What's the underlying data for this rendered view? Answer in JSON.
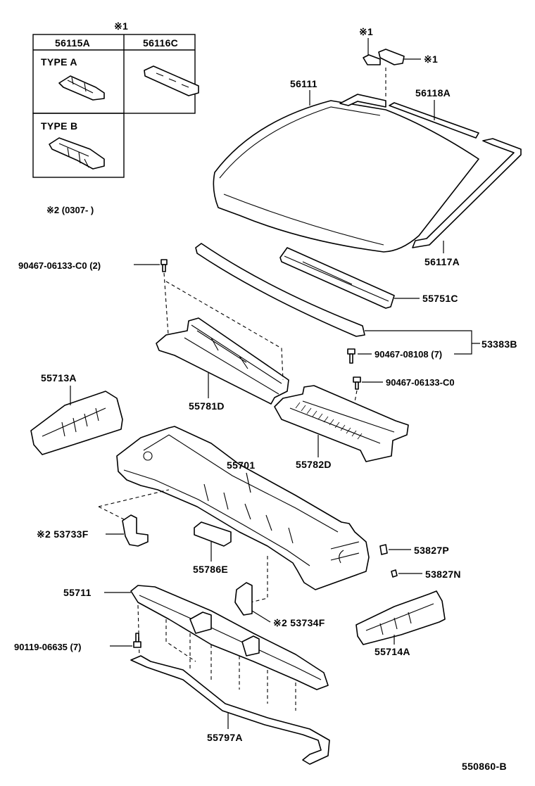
{
  "legend": {
    "note": "※1",
    "col1": "56115A",
    "col2": "56116C",
    "type_a": "TYPE  A",
    "type_b": "TYPE  B"
  },
  "note2": "※2 (0307-        )",
  "labels": {
    "p56111": "56111",
    "p56118a": "56118A",
    "p56117a": "56117A",
    "star1_top": "※1",
    "star1_right": "※1",
    "p55751c": "55751C",
    "bolt_left": "90467-06133-C0 (2)",
    "bolt_mid": "90467-08108 (7)",
    "bolt_right": "90467-06133-C0",
    "p53383b": "53383B",
    "p55713a": "55713A",
    "p55781d": "55781D",
    "p55782d": "55782D",
    "p55701": "55701",
    "p53733f": "※2  53733F",
    "p55786e": "55786E",
    "p53827p": "53827P",
    "p53827n": "53827N",
    "p55711": "55711",
    "p53734f": "※2  53734F",
    "p55714a": "55714A",
    "bolt_bottom": "90119-06635 (7)",
    "p55797a": "55797A",
    "diagram_id": "550860-B"
  }
}
